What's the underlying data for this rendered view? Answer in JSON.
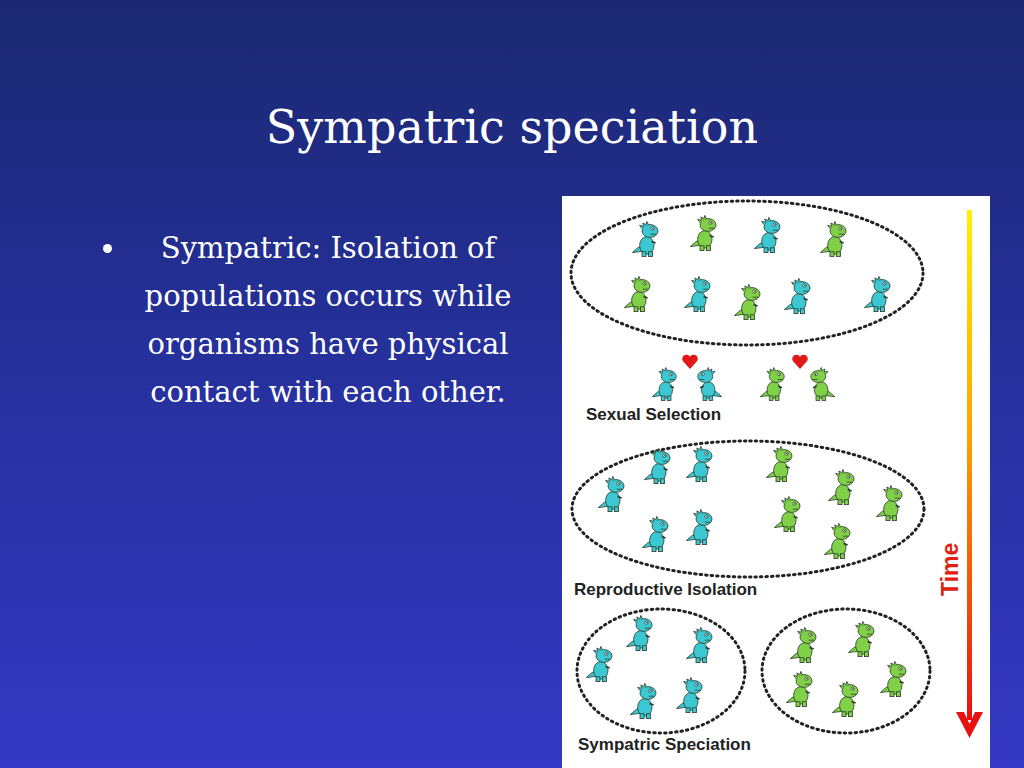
{
  "diagram": {
    "title": "Sympatric speciation",
    "labels": [
      "Sympatric:  Isolation of populations occurs while organisms have physical contact with each other.",
      "Sexual Selection",
      "Reproductive Isolation",
      "Sympatric Speciation",
      "Time"
    ]
  }
}
